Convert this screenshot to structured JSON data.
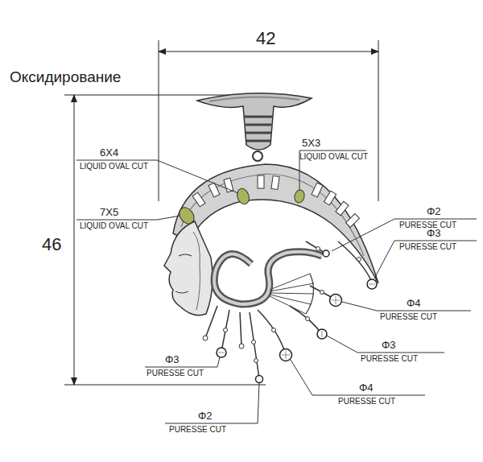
{
  "diagram": {
    "labels": [
      "42",
      "46",
      "Оксидирование",
      "6X4",
      "LIQUID OVAL CUT",
      "5X3",
      "LIQUID OVAL CUT",
      "7X5",
      "LIQUID OVAL CUT",
      "Φ2",
      "PURESSE CUT",
      "Φ3",
      "PURESSE CUT",
      "Φ4",
      "PURESSE CUT",
      "Φ3",
      "PURESSE CUT",
      "Φ3",
      "PURESSE CUT",
      "Φ4",
      "PURESSE CUT",
      "Φ2",
      "PURESSE CUT"
    ]
  }
}
